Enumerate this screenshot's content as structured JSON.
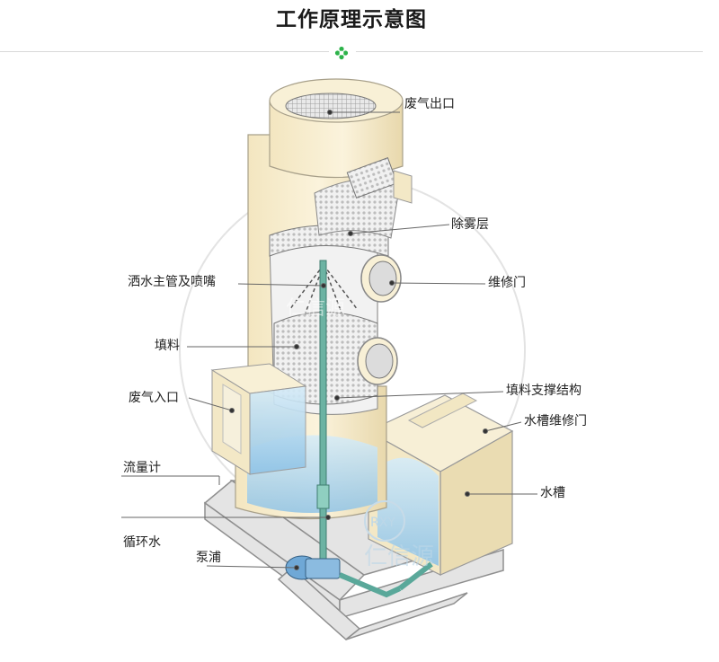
{
  "title": "工作原理示意图",
  "watermark": "仁信源",
  "watermark_badge": "RXY",
  "colors": {
    "tower_body": "#f5ebcb",
    "tower_shade": "#e6d7ad",
    "water": "#a9d2ec",
    "pipe": "#5aa89a",
    "accent_flower": "#2db34a"
  },
  "labels": {
    "exhaust_outlet": "废气出口",
    "demister_layer": "除雾层",
    "spray_main_pipe_and_nozzle": "洒水主管及喷嘴",
    "access_door": "维修门",
    "packing": "填料",
    "packing_support": "填料支撑结构",
    "exhaust_inlet": "废气入口",
    "tank_access_door": "水槽维修门",
    "flow_meter": "流量计",
    "water_tank": "水槽",
    "circulating_water": "循环水",
    "pump": "泵浦"
  }
}
